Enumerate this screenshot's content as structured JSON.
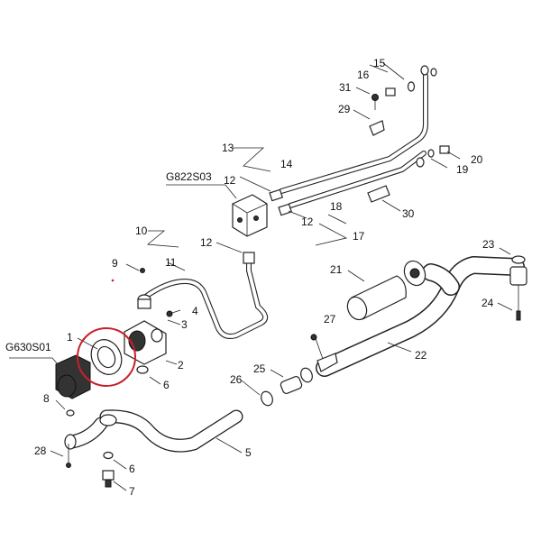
{
  "diagram": {
    "highlight_color": "#c8202a",
    "reference_labels": {
      "g630s01": "G630S01",
      "g822s03": "G822S03"
    },
    "callouts": {
      "c1": "1",
      "c2": "2",
      "c3": "3",
      "c4": "4",
      "c5": "5",
      "c6a": "6",
      "c6b": "6",
      "c7": "7",
      "c8": "8",
      "c9": "9",
      "c10": "10",
      "c11": "11",
      "c12a": "12",
      "c12b": "12",
      "c12c": "12",
      "c13": "13",
      "c14": "14",
      "c15": "15",
      "c16": "16",
      "c17": "17",
      "c18": "18",
      "c19": "19",
      "c20": "20",
      "c21": "21",
      "c22": "22",
      "c23": "23",
      "c24": "24",
      "c25": "25",
      "c26": "26",
      "c27": "27",
      "c28": "28",
      "c29": "29",
      "c30": "30",
      "c31": "31"
    }
  }
}
